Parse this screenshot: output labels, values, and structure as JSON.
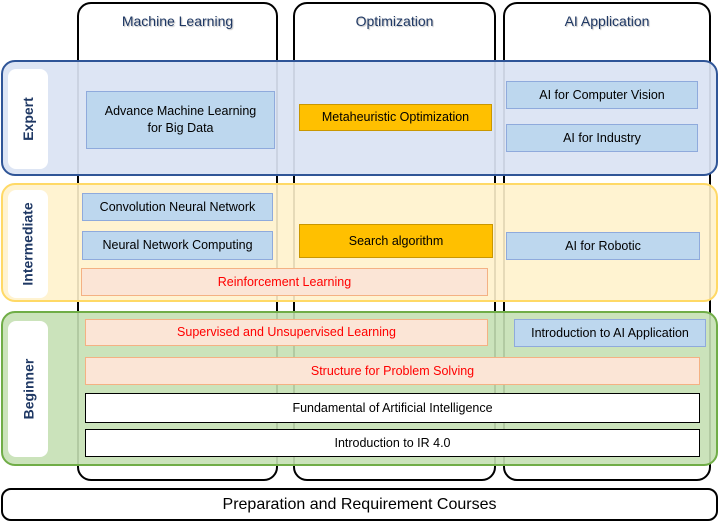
{
  "columns": {
    "ml": "Machine Learning",
    "opt": "Optimization",
    "ai": "AI Application"
  },
  "levels": {
    "expert": "Expert",
    "intermediate": "Intermediate",
    "beginner": "Beginner"
  },
  "expert": {
    "adv_ml_line1": "Advance Machine Learning",
    "adv_ml_line2": "for Big Data",
    "meta_opt": "Metaheuristic Optimization",
    "ai_cv": "AI for Computer  Vision",
    "ai_industry": "AI for Industry"
  },
  "intermediate": {
    "cnn": "Convolution  Neural Network",
    "nn_computing": "Neural Network Computing",
    "search_alg": "Search algorithm",
    "ai_robotic": "AI for Robotic",
    "reinforcement": "Reinforcement Learning"
  },
  "beginner": {
    "sup_unsup": "Supervised  and Unsupervised  Learning",
    "intro_ai_app": "Introduction to AI Application",
    "structure": "Structure for Problem Solving",
    "fundamental": "Fundamental of Artificial Intelligence",
    "intro_ir": "Introduction to IR 4.0"
  },
  "footer": {
    "prep": "Preparation and Requirement Courses"
  },
  "colors": {
    "blue_box": "#bdd7ee",
    "gold_box": "#ffc000",
    "pink_box": "#fbe5d6",
    "expert_band": "#dae3f3",
    "intermediate_band": "#fff2cc",
    "beginner_band": "#c5e0b4"
  }
}
